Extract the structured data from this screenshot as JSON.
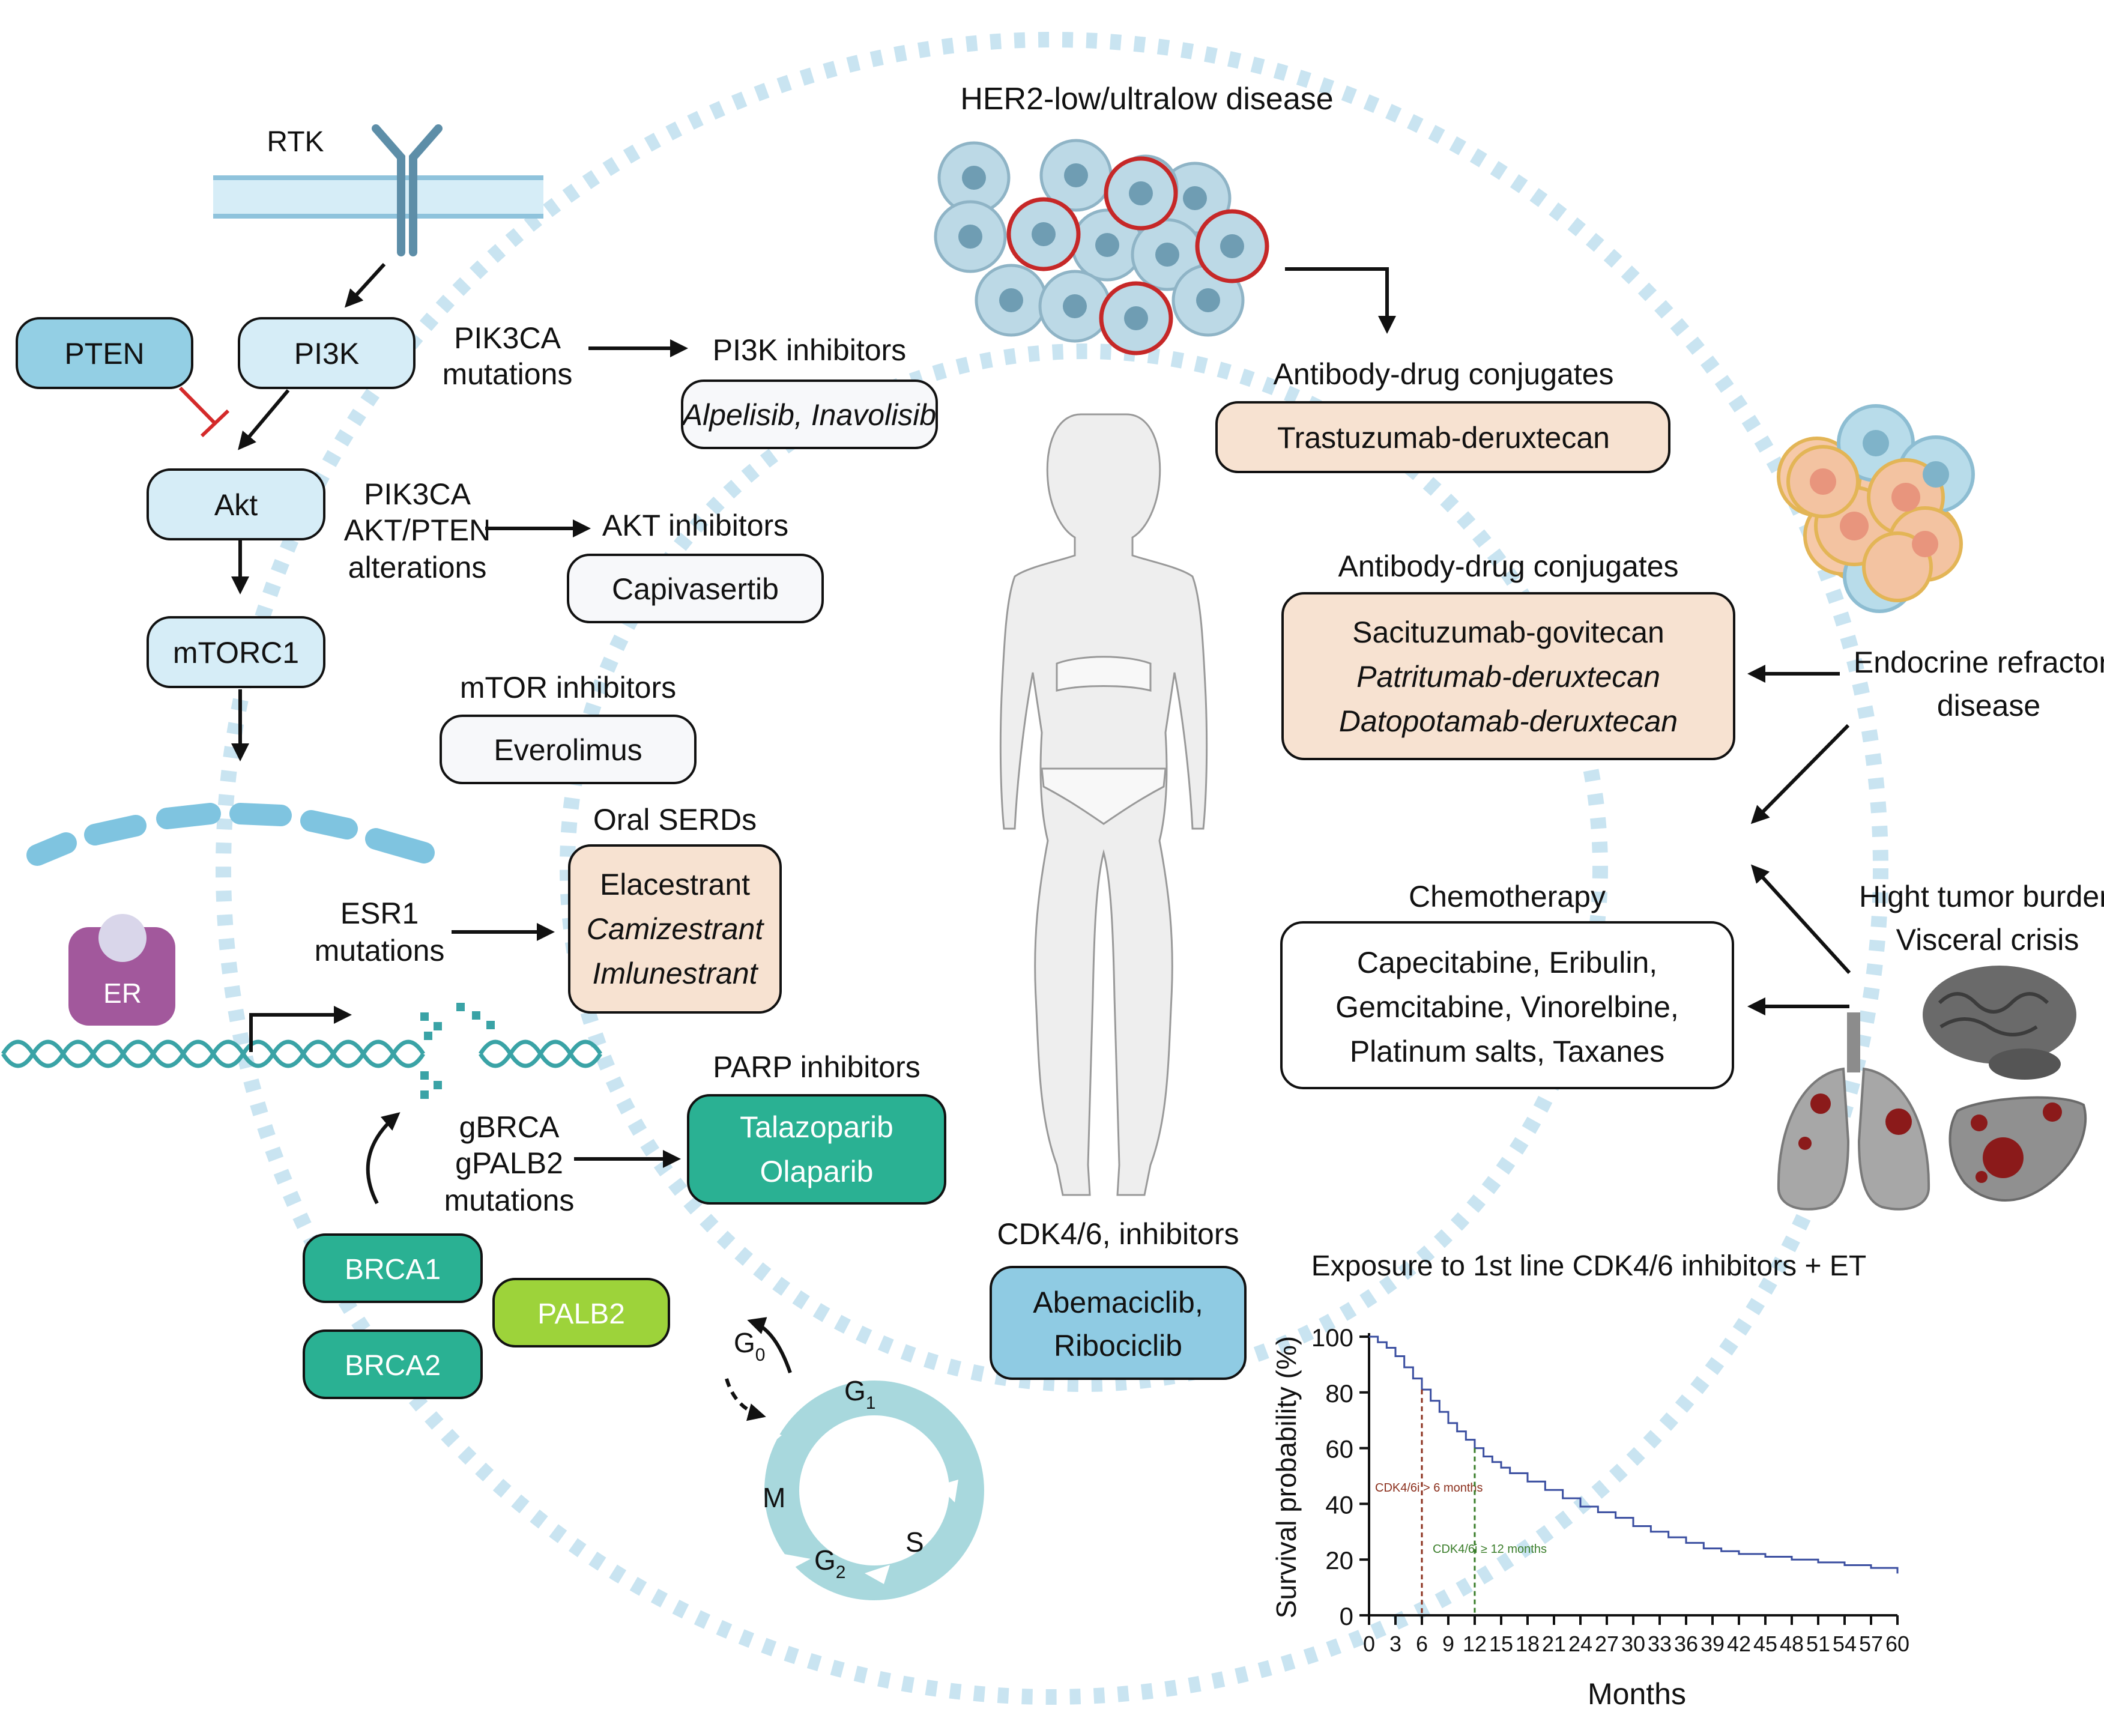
{
  "colors": {
    "light_blue_box": "#d6edf7",
    "pten_blue": "#93cfe4",
    "peach_box": "#f7e2d1",
    "teal_green": "#2ab193",
    "lime_green": "#9dd33a",
    "er_purple": "#a2589c",
    "cdk_blue": "#8fcbe3",
    "ring_blue": "#c9e4f1",
    "dna_teal": "#3aa3a6",
    "tumor_red": "#9b1a1a",
    "survival_line": "#3a4ea0"
  },
  "pathway": {
    "rtk": "RTK",
    "pten": "PTEN",
    "pi3k": "PI3K",
    "akt": "Akt",
    "mtorc1": "mTORC1",
    "er": "ER",
    "brca1": "BRCA1",
    "brca2": "BRCA2",
    "palb2": "PALB2"
  },
  "alterations": {
    "pik3ca_1": "PIK3CA",
    "pik3ca_2": "mutations",
    "akt_1": "PIK3CA",
    "akt_2": "AKT/PTEN",
    "akt_3": "alterations",
    "esr1_1": "ESR1",
    "esr1_2": "mutations",
    "brca_1": "gBRCA",
    "brca_2": "gPALB2",
    "brca_3": "mutations"
  },
  "drugs": {
    "pi3k_title": "PI3K inhibitors",
    "pi3k_drugs": "Alpelisib, Inavolisib",
    "akt_title": "AKT inhibitors",
    "akt_drugs": "Capivasertib",
    "mtor_title": "mTOR inhibitors",
    "mtor_drugs": "Everolimus",
    "serd_title": "Oral SERDs",
    "serd_1": "Elacestrant",
    "serd_2": "Camizestrant",
    "serd_3": "Imlunestrant",
    "parp_title": "PARP inhibitors",
    "parp_1": "Talazoparib",
    "parp_2": "Olaparib",
    "cdk_title": "CDK4/6, inhibitors",
    "cdk_1": "Abemaciclib,",
    "cdk_2": "Ribociclib"
  },
  "cell_cycle": {
    "g0": "G",
    "g0_sub": "0",
    "g1": "G",
    "g1_sub": "1",
    "s": "S",
    "g2": "G",
    "g2_sub": "2",
    "m": "M"
  },
  "right": {
    "her2_title": "HER2-low/ultralow disease",
    "adc1_title": "Antibody-drug conjugates",
    "adc1_drug": "Trastuzumab-deruxtecan",
    "adc2_title": "Antibody-drug conjugates",
    "adc2_1": "Sacituzumab-govitecan",
    "adc2_2": "Patritumab-deruxtecan",
    "adc2_3": "Datopotamab-deruxtecan",
    "endocrine_1": "Endocrine refractory",
    "endocrine_2": "disease",
    "chemo_title": "Chemotherapy",
    "chemo_1": "Capecitabine, Eribulin,",
    "chemo_2": "Gemcitabine, Vinorelbine,",
    "chemo_3": "Platinum salts, Taxanes",
    "burden_1": "Hight tumor burden",
    "burden_2": "Visceral crisis"
  },
  "chart_data": {
    "type": "line",
    "title": "Exposure to 1st line CDK4/6 inhibitors + ET",
    "xlabel": "Months",
    "ylabel": "Survival probability (%)",
    "xlim": [
      0,
      60
    ],
    "ylim": [
      0,
      100
    ],
    "xticks": [
      0,
      3,
      6,
      9,
      12,
      15,
      18,
      21,
      24,
      27,
      30,
      33,
      36,
      39,
      42,
      45,
      48,
      51,
      54,
      57,
      60
    ],
    "yticks": [
      0,
      20,
      40,
      60,
      80,
      100
    ],
    "series": [
      {
        "x": [
          0,
          1,
          2,
          3,
          4,
          5,
          6,
          7,
          8,
          9,
          10,
          11,
          12,
          13,
          14,
          15,
          16,
          18,
          20,
          22,
          24,
          26,
          28,
          30,
          32,
          34,
          36,
          38,
          40,
          42,
          45,
          48,
          51,
          54,
          57,
          60
        ],
        "values": [
          100,
          98,
          96,
          93,
          89,
          85,
          81,
          77,
          73,
          69,
          66,
          63,
          60,
          57,
          55,
          53,
          51,
          48,
          45,
          42,
          39,
          37,
          35,
          32,
          30,
          28,
          26,
          24,
          23,
          22,
          21,
          20,
          19,
          18,
          17,
          15
        ]
      }
    ],
    "annotations": [
      {
        "x": 6,
        "label": "CDK4/6i > 6 months",
        "color": "#8b2f1c"
      },
      {
        "x": 12,
        "label": "CDK4/6i ≥ 12 months",
        "color": "#3a7d2a"
      }
    ],
    "grid": false
  }
}
